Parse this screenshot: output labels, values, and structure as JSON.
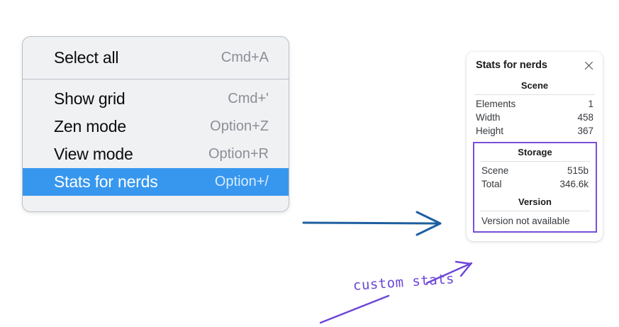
{
  "context_menu": {
    "name": "canvas-context-menu",
    "groups": [
      {
        "items": [
          {
            "label": "Select all",
            "shortcut": "Cmd+A",
            "selected": false
          }
        ]
      },
      {
        "items": [
          {
            "label": "Show grid",
            "shortcut": "Cmd+'",
            "selected": false
          },
          {
            "label": "Zen mode",
            "shortcut": "Option+Z",
            "selected": false
          },
          {
            "label": "View mode",
            "shortcut": "Option+R",
            "selected": false
          },
          {
            "label": "Stats for nerds",
            "shortcut": "Option+/",
            "selected": true
          }
        ]
      }
    ],
    "highlight_color": "#3797ef",
    "background_color": "#f0f1f3"
  },
  "stats_panel": {
    "title": "Stats for nerds",
    "close_icon": "close-icon",
    "scene": {
      "heading": "Scene",
      "rows": [
        {
          "key": "Elements",
          "value": "1"
        },
        {
          "key": "Width",
          "value": "458"
        },
        {
          "key": "Height",
          "value": "367"
        }
      ]
    },
    "custom": {
      "outline_color": "#7a4ed9",
      "storage": {
        "heading": "Storage",
        "rows": [
          {
            "key": "Scene",
            "value": "515b"
          },
          {
            "key": "Total",
            "value": "346.6k"
          }
        ]
      },
      "version": {
        "heading": "Version",
        "text": "Version not available"
      }
    }
  },
  "annotations": {
    "handwritten_note": "custom stats",
    "note_color": "#6b46d6",
    "flow_arrow_color": "#1f5fa0"
  }
}
